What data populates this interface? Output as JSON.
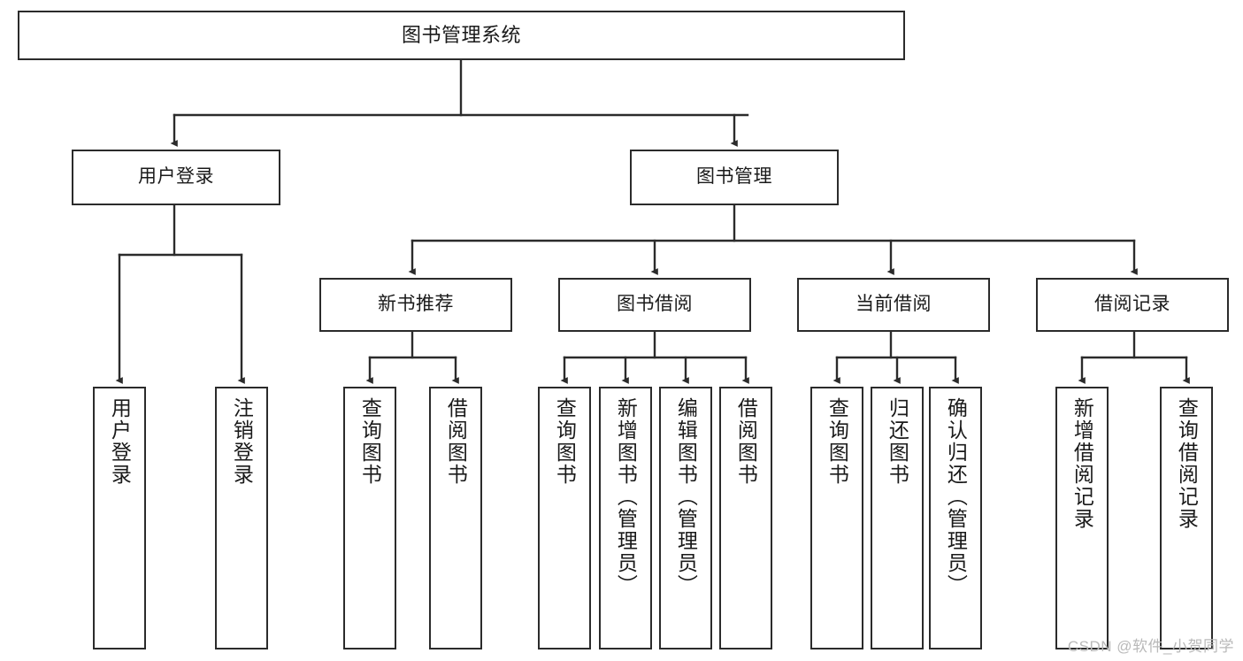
{
  "diagram": {
    "type": "tree",
    "title": "图书管理系统",
    "watermark": "CSDN @软件_小贺同学",
    "colors": {
      "node_border": "#2b2b2b",
      "node_fill": "#ffffff",
      "edge": "#2b2b2b",
      "text": "#1a1a1a",
      "watermark": "#b9b9b9"
    },
    "levels": {
      "root": {
        "label": "图书管理系统"
      },
      "level2": [
        {
          "label": "用户登录"
        },
        {
          "label": "图书管理"
        }
      ],
      "level3": [
        {
          "label": "新书推荐"
        },
        {
          "label": "图书借阅"
        },
        {
          "label": "当前借阅"
        },
        {
          "label": "借阅记录"
        }
      ],
      "leaves": {
        "user_login": [
          {
            "label": "用户登录"
          },
          {
            "label": "注销登录"
          }
        ],
        "new_book_recommend": [
          {
            "label": "查询图书"
          },
          {
            "label": "借阅图书"
          }
        ],
        "book_borrow": [
          {
            "label": "查询图书"
          },
          {
            "label": "新增图书（管理员）"
          },
          {
            "label": "编辑图书（管理员）"
          },
          {
            "label": "借阅图书"
          }
        ],
        "current_borrow": [
          {
            "label": "查询图书"
          },
          {
            "label": "归还图书"
          },
          {
            "label": "确认归还（管理员）"
          }
        ],
        "borrow_record": [
          {
            "label": "新增借阅记录"
          },
          {
            "label": "查询借阅记录"
          }
        ]
      }
    }
  }
}
